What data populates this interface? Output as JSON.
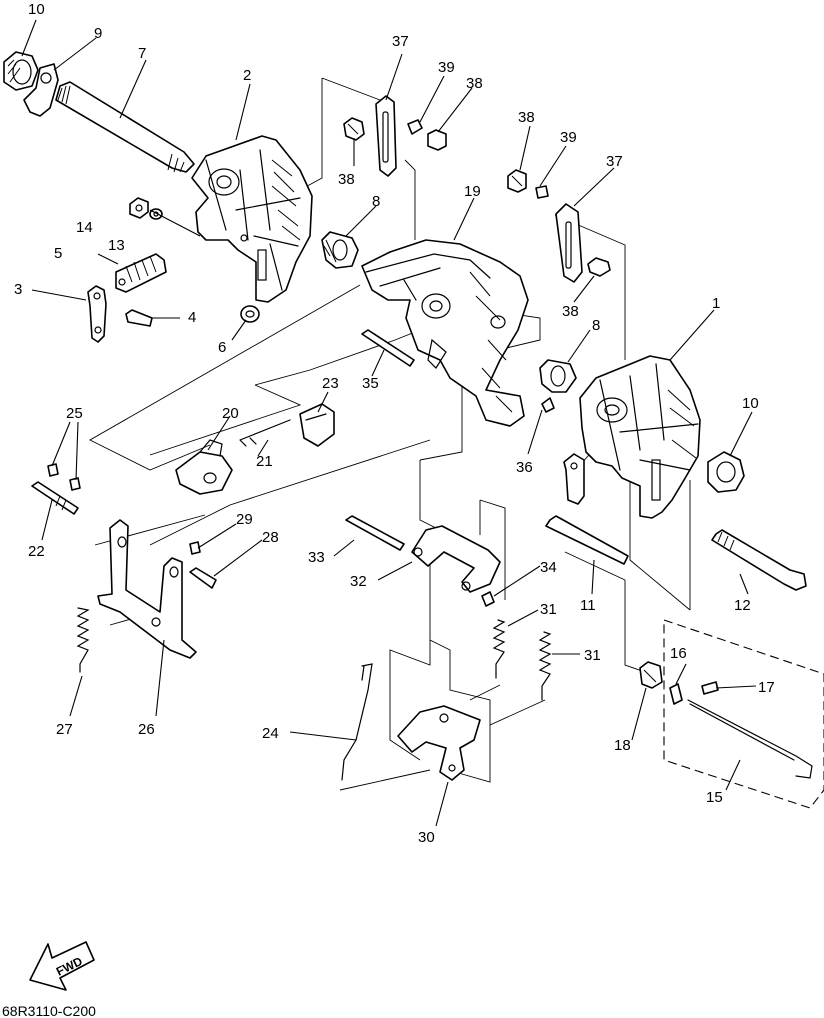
{
  "diagram": {
    "drawing_code": "68R3110-C200",
    "direction_marker": "FWD",
    "callouts": {
      "c1": "1",
      "c2": "2",
      "c3": "3",
      "c4": "4",
      "c5": "5",
      "c6": "6",
      "c7": "7",
      "c8a": "8",
      "c8b": "8",
      "c9": "9",
      "c10a": "10",
      "c10b": "10",
      "c11": "11",
      "c12": "12",
      "c13": "13",
      "c14": "14",
      "c15": "15",
      "c16": "16",
      "c17": "17",
      "c18": "18",
      "c19": "19",
      "c20": "20",
      "c21": "21",
      "c22": "22",
      "c23": "23",
      "c24": "24",
      "c25": "25",
      "c26": "26",
      "c27": "27",
      "c28": "28",
      "c29": "29",
      "c30": "30",
      "c31a": "31",
      "c31b": "31",
      "c32": "32",
      "c33": "33",
      "c34": "34",
      "c35": "35",
      "c36": "36",
      "c37a": "37",
      "c37b": "37",
      "c38a": "38",
      "c38b": "38",
      "c38c": "38",
      "c38d": "38",
      "c39a": "39",
      "c39b": "39"
    }
  }
}
